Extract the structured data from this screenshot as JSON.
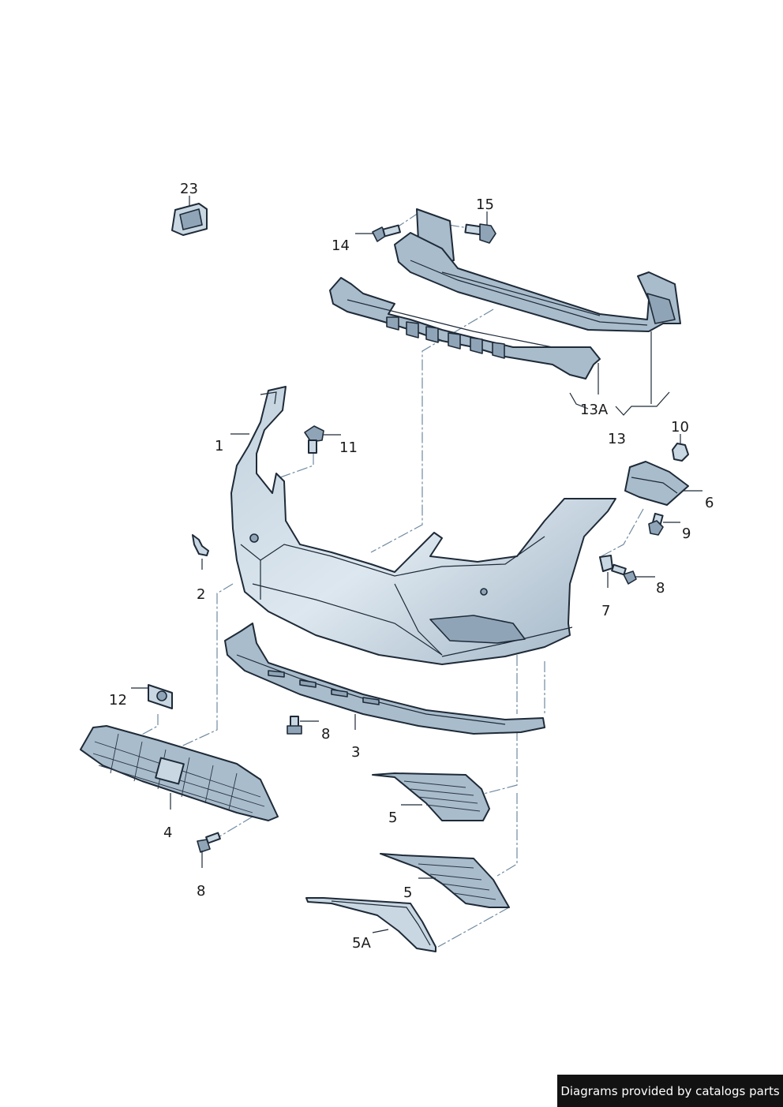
{
  "callouts": {
    "c23": "23",
    "c15": "15",
    "c14": "14",
    "c13a": "13A",
    "c13": "13",
    "c1": "1",
    "c11": "11",
    "c10": "10",
    "c6": "6",
    "c9": "9",
    "c2": "2",
    "c8_right": "8",
    "c7": "7",
    "c12": "12",
    "c8_center": "8",
    "c3": "3",
    "c4": "4",
    "c5_upper": "5",
    "c8_bottom": "8",
    "c5_lower": "5",
    "c5a": "5A"
  },
  "footer": {
    "text": "Diagrams provided by catalogs parts"
  }
}
